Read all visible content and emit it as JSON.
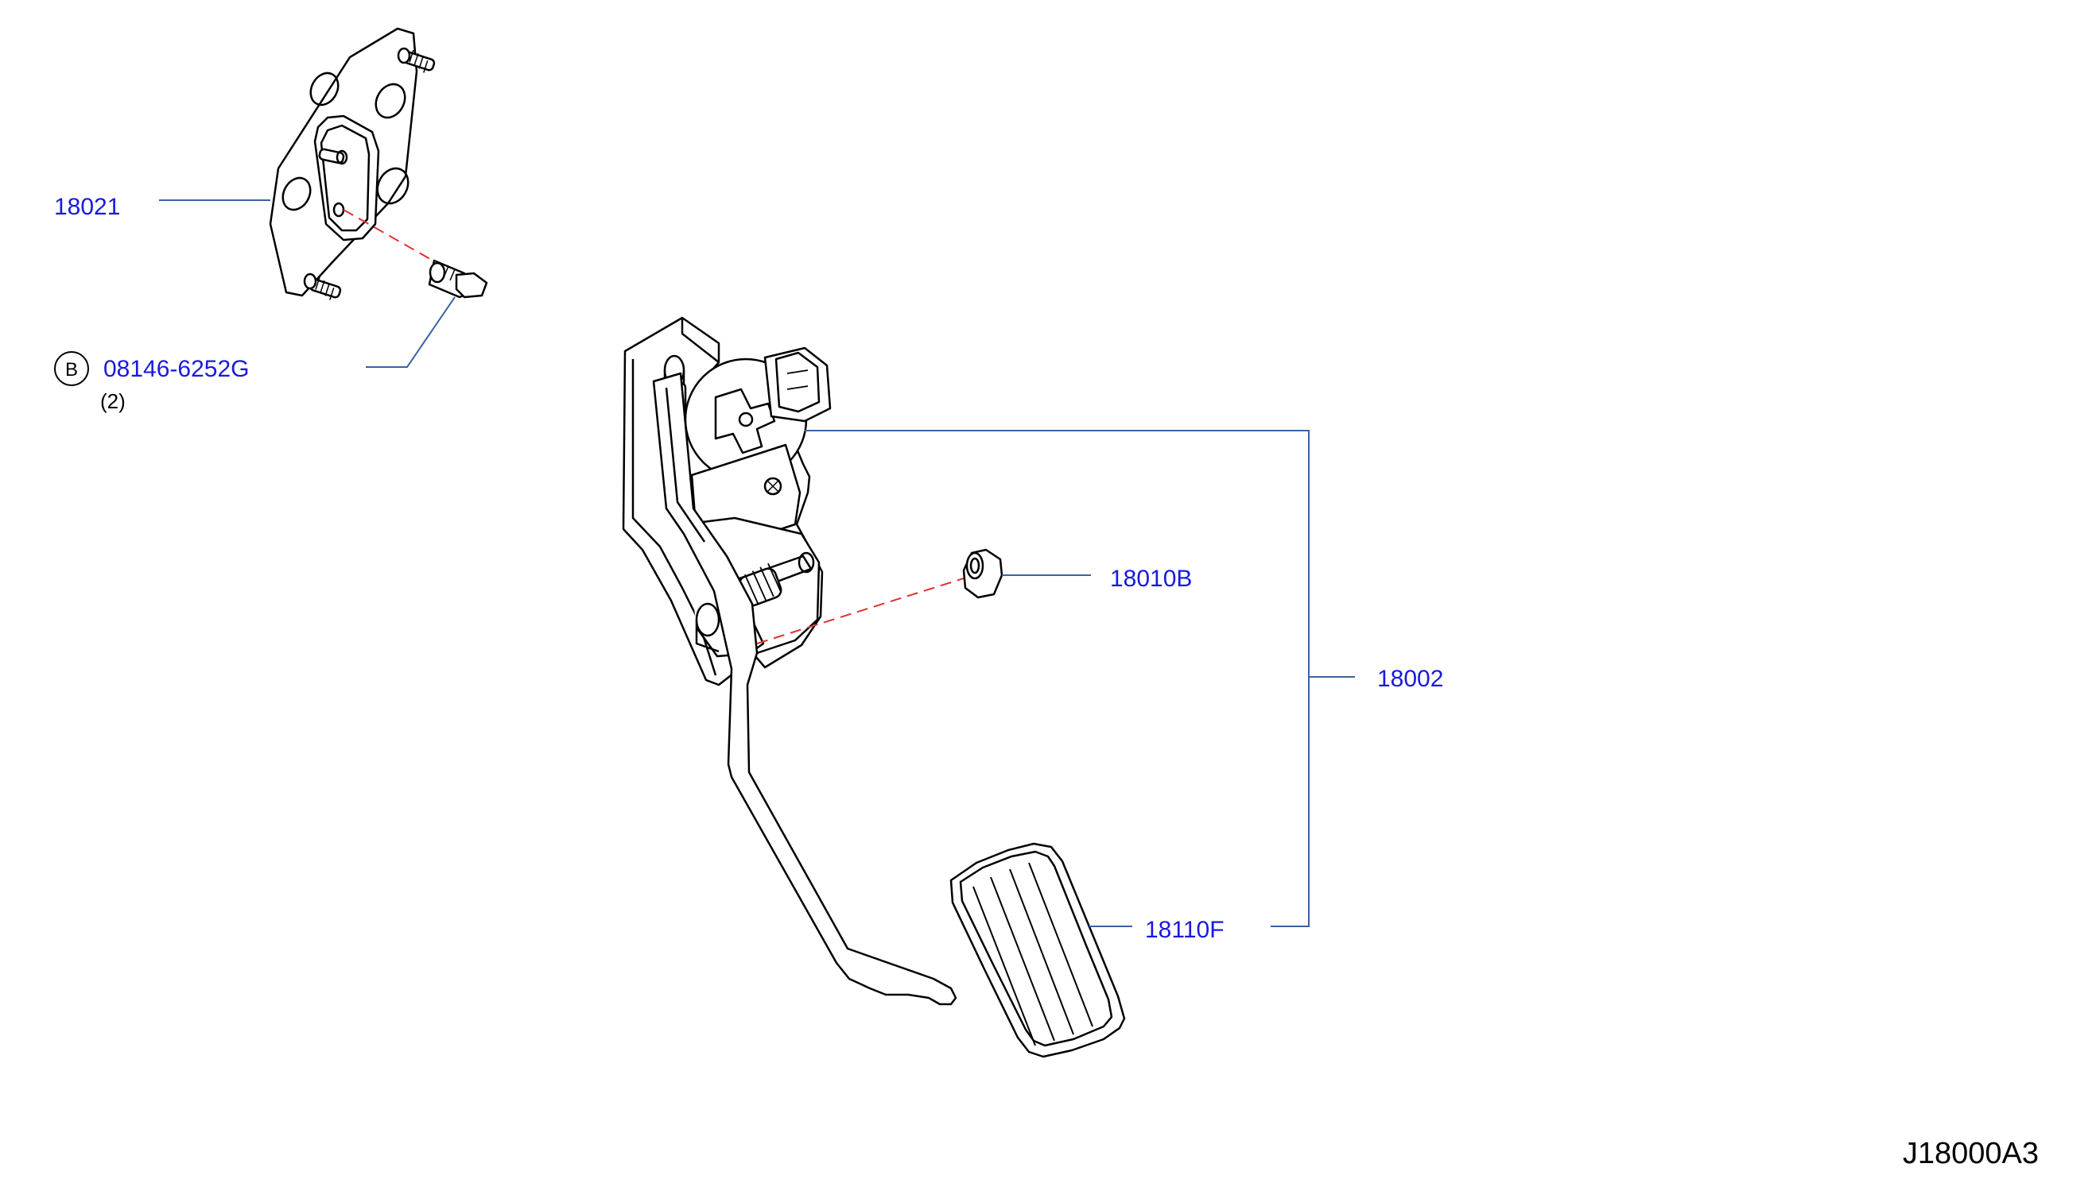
{
  "colors": {
    "label_blue": "#1a1adc",
    "leader_blue": "#3b62a3",
    "hidden_red": "#e03030",
    "line_black": "#000000",
    "text_black": "#000000"
  },
  "callouts": {
    "bracket": {
      "part_number": "18021"
    },
    "bolt": {
      "marker": "B",
      "part_number": "08146-6252G",
      "quantity": "(2)"
    },
    "nut": {
      "part_number": "18010B"
    },
    "pedal_assembly": {
      "part_number": "18002"
    },
    "pedal_pad": {
      "part_number": "18110F"
    }
  },
  "diagram_code": "J18000A3"
}
